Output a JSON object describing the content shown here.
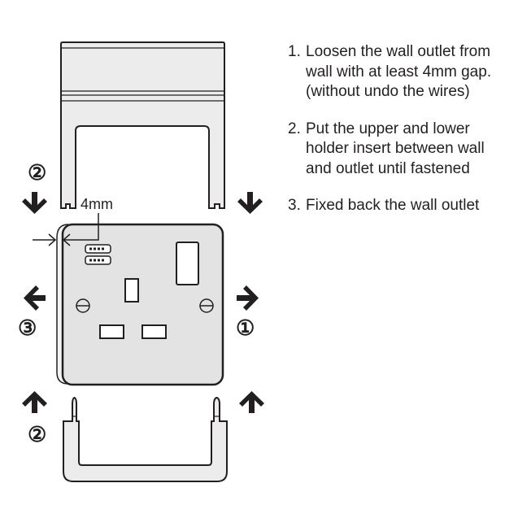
{
  "diagram": {
    "measure_label": "4mm",
    "step_markers": {
      "upper": "②",
      "lower": "②",
      "left": "③",
      "right": "①"
    },
    "colors": {
      "line": "#231f20",
      "fill": "#ececec",
      "plate": "#e3e3e3"
    }
  },
  "instructions": [
    {
      "number": "1.",
      "lines": [
        "Loosen the wall outlet from",
        "wall with at least 4mm gap.",
        "(without undo the wires)"
      ]
    },
    {
      "number": "2.",
      "lines": [
        "Put the upper and lower",
        "holder insert between wall",
        "and outlet until fastened"
      ]
    },
    {
      "number": "3.",
      "lines": [
        "Fixed back the wall outlet"
      ]
    }
  ]
}
